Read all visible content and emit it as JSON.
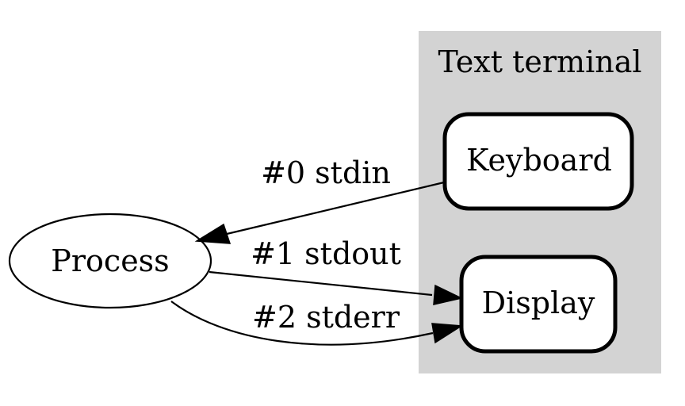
{
  "diagram": {
    "cluster": {
      "label": "Text terminal",
      "fill": "#d3d3d3"
    },
    "nodes": {
      "process": "Process",
      "keyboard": "Keyboard",
      "display": "Display"
    },
    "edges": {
      "stdin": "#0 stdin",
      "stdout": "#1 stdout",
      "stderr": "#2 stderr"
    }
  }
}
